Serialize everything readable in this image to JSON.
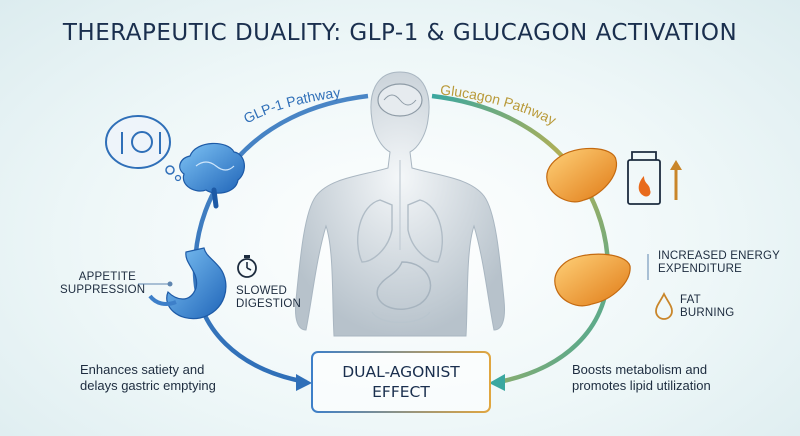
{
  "title": "THERAPEUTIC DUALITY: GLP-1 & GLUCAGON ACTIVATION",
  "pathways": {
    "left": "GLP-1 Pathway",
    "right": "Glucagon Pathway"
  },
  "left_effects": {
    "appetite_line1": "APPETITE",
    "appetite_line2": "SUPPRESSION",
    "digestion_line1": "SLOWED",
    "digestion_line2": "DIGESTION",
    "summary_line1": "Enhances satiety and",
    "summary_line2": "delays gastric emptying"
  },
  "right_effects": {
    "energy_line1": "INCREASED ENERGY",
    "energy_line2": "EXPENDITURE",
    "fat_line1": "FAT",
    "fat_line2": "BURNING",
    "summary_line1": "Boosts metabolism and",
    "summary_line2": "promotes lipid utilization"
  },
  "center": {
    "line1": "DUAL-AGONIST",
    "line2": "EFFECT"
  },
  "colors": {
    "glp1": "#3d7fc9",
    "glucagon": "#e8a23a",
    "teal": "#3aa7a0",
    "title": "#1a2f4e"
  }
}
